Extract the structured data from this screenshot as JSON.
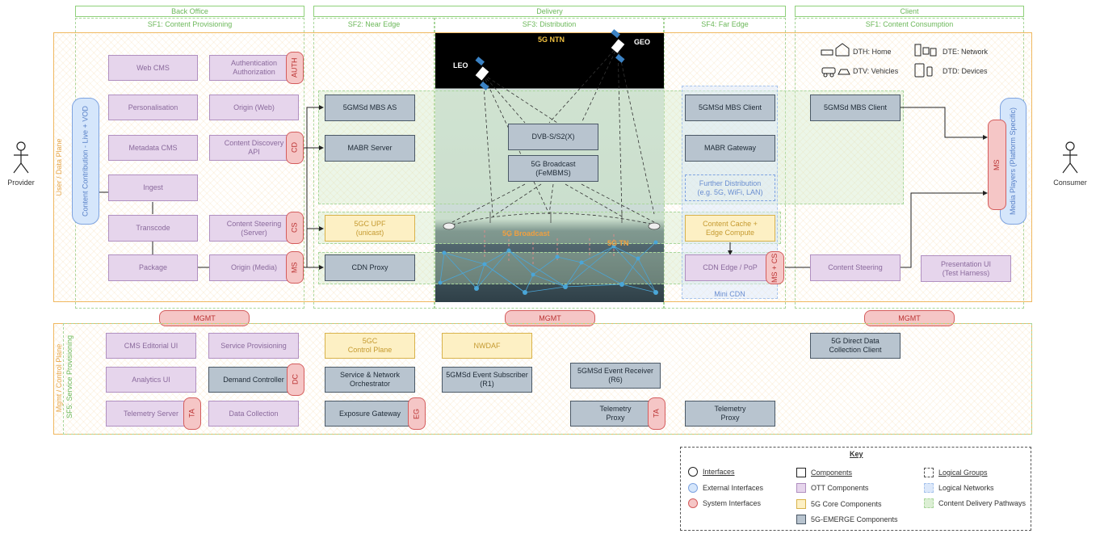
{
  "headers": {
    "back_office": "Back Office",
    "delivery": "Delivery",
    "client": "Client"
  },
  "subfunctions": {
    "sf1_provisioning": "SF1: Content Provisioning",
    "sf2": "SF2: Near Edge",
    "sf3": "SF3: Distribution",
    "sf4": "SF4: Far Edge",
    "sf1_consumption": "SF1: Content Consumption",
    "sf5": "SF5: Service Provisioning"
  },
  "planes": {
    "user": "User / Data Plane",
    "mgmt": "Mgmt / Control Plane"
  },
  "actors": {
    "provider": "Provider",
    "consumer": "Consumer"
  },
  "ext_interfaces": {
    "contribution": "Content Contribution - Live + VOD",
    "media_players": "Media Players (Platform Specific)"
  },
  "sys_interfaces": {
    "auth": "AUTH",
    "cd": "CD",
    "cs": "CS",
    "ms": "MS",
    "ms_right": "MS",
    "ms_cs": "MS + CS",
    "dc": "DC",
    "ta1": "TA",
    "ta2": "TA",
    "eg": "EG",
    "mgmt1": "MGMT",
    "mgmt2": "MGMT",
    "mgmt3": "MGMT"
  },
  "ott": {
    "web_cms": "Web CMS",
    "authentication": "Authentication\nAuthorization",
    "personalisation": "Personalisation",
    "origin_web": "Origin (Web)",
    "metadata_cms": "Metadata CMS",
    "content_discovery": "Content Discovery\nAPI",
    "ingest": "Ingest",
    "transcode": "Transcode",
    "content_steering_server": "Content Steering\n(Server)",
    "package": "Package",
    "origin_media": "Origin (Media)",
    "cdn_edge": "CDN Edge / PoP",
    "content_steering": "Content Steering",
    "presentation_ui": "Presentation UI\n(Test Harness)",
    "cms_editorial": "CMS Editorial UI",
    "service_provisioning": "Service Provisioning",
    "analytics_ui": "Analytics UI",
    "telemetry_server": "Telemetry Server",
    "data_collection": "Data Collection"
  },
  "core": {
    "upf": "5GC UPF\n(unicast)",
    "cache": "Content Cache +\nEdge Compute",
    "control_plane": "5GC\nControl Plane",
    "nwdaf": "NWDAF"
  },
  "emerge": {
    "mbs_as": "5GMSd MBS AS",
    "mabr_server": "MABR Server",
    "cdn_proxy": "CDN Proxy",
    "dvb": "DVB-S/S2(X)",
    "broadcast": "5G Broadcast\n(FeMBMS)",
    "mbs_client_edge": "5GMSd MBS Client",
    "mabr_gateway": "MABR Gateway",
    "mbs_client": "5GMSd MBS Client",
    "demand_controller": "Demand Controller",
    "orchestrator": "Service & Network\nOrchestrator",
    "exposure_gateway": "Exposure Gateway",
    "event_subscriber": "5GMSd Event Subscriber\n(R1)",
    "event_receiver": "5GMSd Event Receiver\n(R6)",
    "telemetry_proxy1": "Telemetry\nProxy",
    "telemetry_proxy2": "Telemetry\nProxy",
    "direct_data": "5G Direct Data\nCollection Client"
  },
  "network": {
    "further_distribution": "Further Distribution\n(e.g. 5G, WiFi, LAN)",
    "mini_cdn": "Mini CDN",
    "ntn": "5G NTN",
    "geo": "GEO",
    "leo": "LEO",
    "broadcast_label": "5G Broadcast",
    "tn_label": "5G TN"
  },
  "devices": {
    "dth": "DTH: Home",
    "dtv": "DTV: Vehicles",
    "dte": "DTE: Network",
    "dtd": "DTD: Devices"
  },
  "key": {
    "title": "Key",
    "interfaces": "Interfaces",
    "external": "External Interfaces",
    "system": "System Interfaces",
    "components": "Components",
    "ott": "OTT Components",
    "core": "5G Core Components",
    "emerge": "5G-EMERGE Components",
    "logical_groups": "Logical Groups",
    "logical_networks": "Logical Networks",
    "pathways": "Content Delivery Pathways"
  },
  "colors": {
    "ott": "#e6d5ec",
    "core": "#fdf0c4",
    "emerge": "#b8c4cf",
    "system_if": "#f5c6c6",
    "external_if": "#d5e6fb",
    "pathway": "#c8e6be",
    "plane": "#f0b860"
  }
}
